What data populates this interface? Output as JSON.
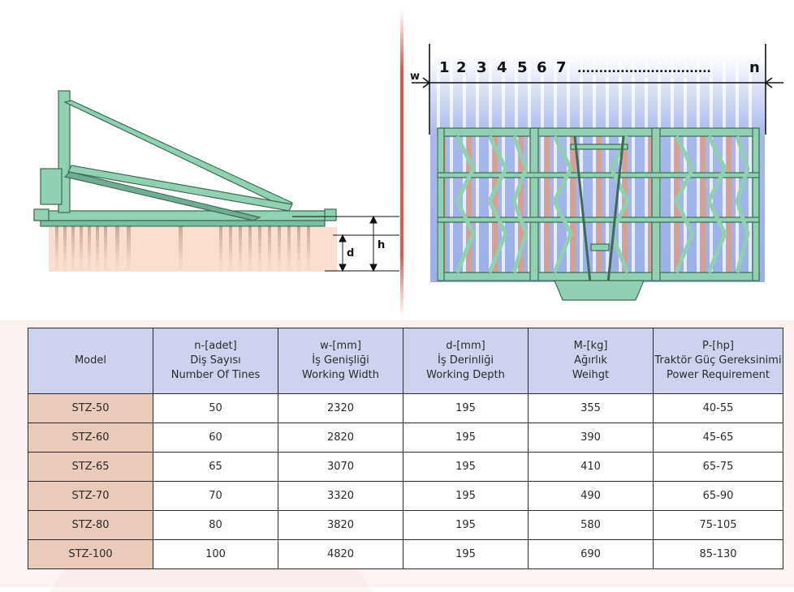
{
  "figures": {
    "side_view": {
      "dimension_labels": [
        "d",
        "h"
      ]
    },
    "top_view": {
      "tine_numbers": [
        "1",
        "2",
        "3",
        "4",
        "5",
        "6",
        "7"
      ],
      "ellipsis": "...............................",
      "last_tine_label": "n",
      "width_label": "w"
    }
  },
  "table": {
    "headers": [
      {
        "lines": [
          "Model"
        ]
      },
      {
        "lines": [
          "n-[adet]",
          "Diş Sayısı",
          "Number Of Tines"
        ]
      },
      {
        "lines": [
          "w-[mm]",
          "İş Genişliği",
          "Working  Width"
        ]
      },
      {
        "lines": [
          "d-[mm]",
          "İş Derinliği",
          "Working Depth"
        ]
      },
      {
        "lines": [
          "M-[kg]",
          "Ağırlık",
          "Weihgt"
        ]
      },
      {
        "lines": [
          "P-[hp]",
          "Traktör Güç Gereksinimi",
          "Power Requirement"
        ]
      }
    ],
    "rows": [
      [
        "STZ-50",
        "50",
        "2320",
        "195",
        "355",
        "40-55"
      ],
      [
        "STZ-60",
        "60",
        "2820",
        "195",
        "390",
        "45-65"
      ],
      [
        "STZ-65",
        "65",
        "3070",
        "195",
        "410",
        "65-75"
      ],
      [
        "STZ-70",
        "70",
        "3320",
        "195",
        "490",
        "65-90"
      ],
      [
        "STZ-80",
        "80",
        "3820",
        "195",
        "580",
        "75-105"
      ],
      [
        "STZ-100",
        "100",
        "4820",
        "195",
        "690",
        "85-130"
      ]
    ]
  },
  "colors": {
    "frame_green": "#8fd1b0",
    "frame_dark": "#3f6a58",
    "tine_blue": "#a9b9ec",
    "tine_orange": "#e89a78",
    "divider_red": "#e3533f",
    "header_bg": "#cdd3ec",
    "model_col_bg": "#e8cbbb"
  }
}
